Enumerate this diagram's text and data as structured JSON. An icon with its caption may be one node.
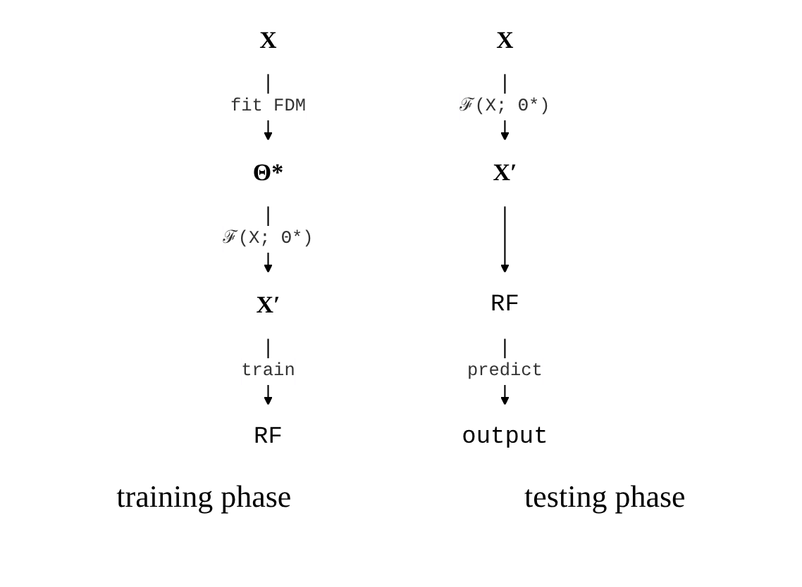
{
  "diagram": {
    "nodes": [
      {
        "text": [
          "X"
        ]
      },
      {
        "text": [
          "Θ*"
        ]
      },
      {
        "text": [
          "X′"
        ]
      },
      {
        "text": [
          "RF"
        ]
      },
      {
        "text": [
          "X"
        ]
      },
      {
        "text": [
          "X′"
        ]
      },
      {
        "text": [
          "RF"
        ]
      },
      {
        "text": [
          "output"
        ]
      }
    ],
    "edges": [
      {
        "from": 0,
        "to": 1,
        "arrow": "to",
        "label": "fit FDM"
      },
      {
        "from": 1,
        "to": 2,
        "arrow": "to",
        "label": "ℱ(X; Θ*)"
      },
      {
        "from": 2,
        "to": 3,
        "arrow": "to",
        "label": "train"
      },
      {
        "from": 4,
        "to": 5,
        "arrow": "to",
        "label": "ℱ(X; Θ*)"
      },
      {
        "from": 5,
        "to": 6,
        "arrow": "to"
      },
      {
        "from": 6,
        "to": 7,
        "arrow": "to",
        "label": "predict"
      }
    ],
    "labels": [
      "training phase",
      "testing phase"
    ]
  }
}
